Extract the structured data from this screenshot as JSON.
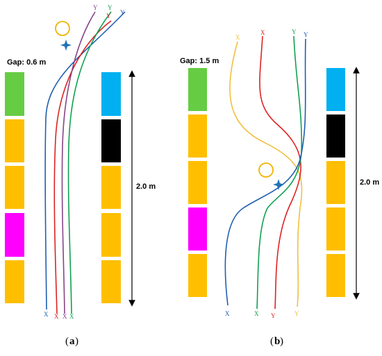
{
  "colors": {
    "green": "#66cc44",
    "yellow": "#ffbf00",
    "magenta": "#ff00ff",
    "cyan": "#00b0f0",
    "black": "#000000",
    "traj_blue": "#1f5fb0",
    "traj_red": "#dd2222",
    "traj_green": "#10a050",
    "traj_purple": "#884488",
    "traj_teal": "#2a7fa0",
    "traj_yellow": "#f0c040",
    "marker_circle": "#f0b400",
    "marker_star": "#1e73b8"
  },
  "panel_a": {
    "caption_open": "(",
    "caption_letter": "a",
    "caption_close": ")",
    "gap_label": "Gap: 0.6 m",
    "dimension_label": "2.0 m",
    "left_blocks": [
      "green",
      "yellow",
      "yellow",
      "magenta",
      "yellow"
    ],
    "right_blocks": [
      "cyan",
      "black",
      "yellow",
      "yellow",
      "yellow"
    ],
    "start_labels": [
      "X",
      "X",
      "X",
      "X"
    ],
    "end_labels": [
      "Y",
      "Y",
      "Y",
      "Y"
    ],
    "markers": [
      "circle",
      "star"
    ]
  },
  "panel_b": {
    "caption_open": "(",
    "caption_letter": "b",
    "caption_close": ")",
    "gap_label": "Gap: 1.5 m",
    "dimension_label": "2.0 m",
    "left_blocks": [
      "green",
      "yellow",
      "yellow",
      "magenta",
      "yellow"
    ],
    "right_blocks": [
      "cyan",
      "black",
      "yellow",
      "yellow",
      "yellow"
    ],
    "top_labels": [
      "X",
      "X",
      "Y",
      "Y"
    ],
    "bottom_labels": [
      "X",
      "X",
      "Y",
      "Y"
    ],
    "markers": [
      "circle",
      "star"
    ]
  }
}
